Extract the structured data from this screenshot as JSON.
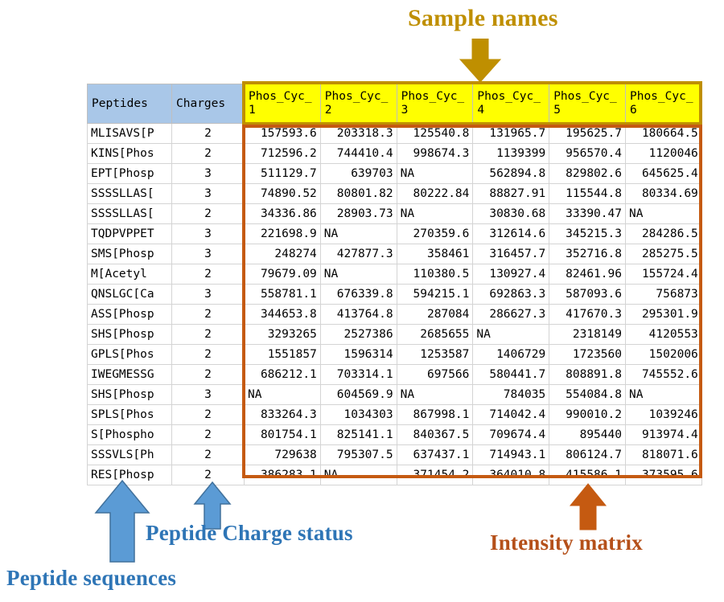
{
  "annotations": {
    "sample_names": "Sample names",
    "charge_status": "Peptide Charge status",
    "peptide_sequences": "Peptide sequences",
    "intensity_matrix": "Intensity matrix",
    "colors": {
      "sample_names": "#BF8F00",
      "blue_arrow": "#5B9BD5",
      "blue_text": "#2E75B6",
      "intensity": "#C55A11",
      "intensity_text": "#B5501A",
      "header_blue_fill": "#A9C7E8",
      "header_yellow_fill": "#FFFF00"
    }
  },
  "table": {
    "headers": [
      "Peptides",
      "Charges",
      "Phos_Cyc_1",
      "Phos_Cyc_2",
      "Phos_Cyc_3",
      "Phos_Cyc_4",
      "Phos_Cyc_5",
      "Phos_Cyc_6"
    ],
    "rows": [
      {
        "peptide": "MLISAVS[P",
        "charge": "2",
        "values": [
          "157593.6",
          "203318.3",
          "125540.8",
          "131965.7",
          "195625.7",
          "180664.5"
        ]
      },
      {
        "peptide": "KINS[Phos",
        "charge": "2",
        "values": [
          "712596.2",
          "744410.4",
          "998674.3",
          "1139399",
          "956570.4",
          "1120046"
        ]
      },
      {
        "peptide": "EPT[Phosp",
        "charge": "3",
        "values": [
          "511129.7",
          "639703",
          "NA",
          "562894.8",
          "829802.6",
          "645625.4"
        ]
      },
      {
        "peptide": "SSSSLLAS[",
        "charge": "3",
        "values": [
          "74890.52",
          "80801.82",
          "80222.84",
          "88827.91",
          "115544.8",
          "80334.69"
        ]
      },
      {
        "peptide": "SSSSLLAS[",
        "charge": "2",
        "values": [
          "34336.86",
          "28903.73",
          "NA",
          "30830.68",
          "33390.47",
          "NA"
        ]
      },
      {
        "peptide": "TQDPVPPET",
        "charge": "3",
        "values": [
          "221698.9",
          "NA",
          "270359.6",
          "312614.6",
          "345215.3",
          "284286.5"
        ]
      },
      {
        "peptide": "SMS[Phosp",
        "charge": "3",
        "values": [
          "248274",
          "427877.3",
          "358461",
          "316457.7",
          "352716.8",
          "285275.5"
        ]
      },
      {
        "peptide": "M[Acetyl",
        "charge": "2",
        "values": [
          "79679.09",
          "NA",
          "110380.5",
          "130927.4",
          "82461.96",
          "155724.4"
        ]
      },
      {
        "peptide": "QNSLGC[Ca",
        "charge": "3",
        "values": [
          "558781.1",
          "676339.8",
          "594215.1",
          "692863.3",
          "587093.6",
          "756873"
        ]
      },
      {
        "peptide": "ASS[Phosp",
        "charge": "2",
        "values": [
          "344653.8",
          "413764.8",
          "287084",
          "286627.3",
          "417670.3",
          "295301.9"
        ]
      },
      {
        "peptide": "SHS[Phosp",
        "charge": "2",
        "values": [
          "3293265",
          "2527386",
          "2685655",
          "NA",
          "2318149",
          "4120553"
        ]
      },
      {
        "peptide": "GPLS[Phos",
        "charge": "2",
        "values": [
          "1551857",
          "1596314",
          "1253587",
          "1406729",
          "1723560",
          "1502006"
        ]
      },
      {
        "peptide": "IWEGMESSG",
        "charge": "2",
        "values": [
          "686212.1",
          "703314.1",
          "697566",
          "580441.7",
          "808891.8",
          "745552.6"
        ]
      },
      {
        "peptide": "SHS[Phosp",
        "charge": "3",
        "values": [
          "NA",
          "604569.9",
          "NA",
          "784035",
          "554084.8",
          "NA"
        ]
      },
      {
        "peptide": "SPLS[Phos",
        "charge": "2",
        "values": [
          "833264.3",
          "1034303",
          "867998.1",
          "714042.4",
          "990010.2",
          "1039246"
        ]
      },
      {
        "peptide": "S[Phospho",
        "charge": "2",
        "values": [
          "801754.1",
          "825141.1",
          "840367.5",
          "709674.4",
          "895440",
          "913974.4"
        ]
      },
      {
        "peptide": "SSSVLS[Ph",
        "charge": "2",
        "values": [
          "729638",
          "795307.5",
          "637437.1",
          "714943.1",
          "806124.7",
          "818071.6"
        ]
      },
      {
        "peptide": "RES[Phosp",
        "charge": "2",
        "values": [
          "386283.1",
          "NA",
          "371454.2",
          "364010.8",
          "415586.1",
          "373595.6"
        ]
      }
    ]
  }
}
